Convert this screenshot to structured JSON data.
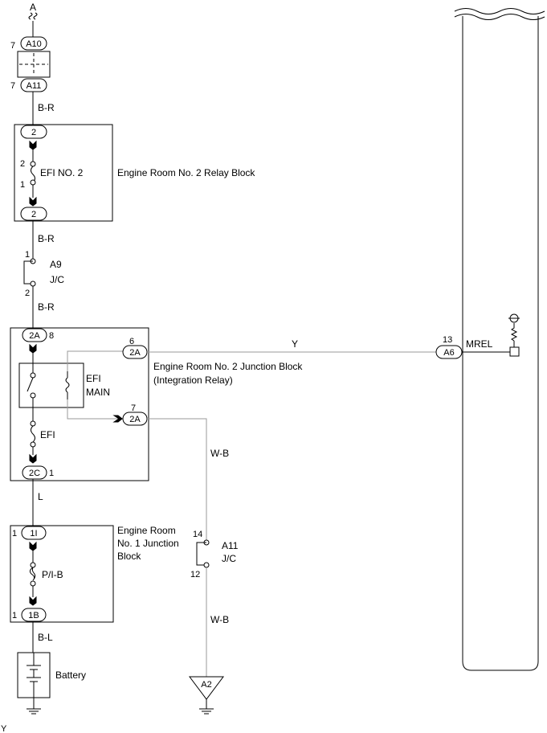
{
  "top_reference": "A",
  "wire_colors": {
    "b_r_1": "B-R",
    "b_r_2": "B-R",
    "b_r_3": "B-R",
    "y": "Y",
    "w_b_1": "W-B",
    "w_b_2": "W-B",
    "l": "L",
    "b_l": "B-L"
  },
  "connector_a10": {
    "pin": "7",
    "code": "A10"
  },
  "connector_a11": {
    "pin": "7",
    "code": "A11"
  },
  "relay_block_2": {
    "label": "Engine Room  No. 2 Relay Block",
    "top_code": "2",
    "bottom_code": "2",
    "fuse_name": "EFI NO. 2",
    "fuse_pin_top": "2",
    "fuse_pin_bottom": "1"
  },
  "jc_a9": {
    "code": "A9",
    "type": "J/C",
    "pin_top": "1",
    "pin_bottom": "2"
  },
  "junction_block_2": {
    "label_line1": "Engine Room No. 2 Junction Block",
    "label_line2": "(Integration Relay)",
    "conn_2a_top": {
      "code": "2A",
      "pin": "8"
    },
    "conn_2a_right_top": {
      "code": "2A",
      "pin": "6"
    },
    "conn_2a_right_bottom": {
      "code": "2A",
      "pin": "7"
    },
    "conn_2c": {
      "code": "2C",
      "pin": "1"
    },
    "relay_line1": "EFI",
    "relay_line2": "MAIN",
    "fuse_name": "EFI"
  },
  "junction_block_1": {
    "label_line1": "Engine Room",
    "label_line2": "No. 1 Junction",
    "label_line3": "Block",
    "conn_1i": {
      "code": "1I",
      "pin": "1"
    },
    "conn_1b": {
      "code": "1B",
      "pin": "1"
    },
    "fuse_name": "P/I-B"
  },
  "jc_a11": {
    "code": "A11",
    "type": "J/C",
    "pin_top": "14",
    "pin_bottom": "12"
  },
  "ground_a2": {
    "code": "A2"
  },
  "battery": {
    "label": "Battery"
  },
  "ecm": {
    "conn_code": "A6",
    "pin": "13",
    "signal": "MREL"
  },
  "corner_mark": "Y"
}
